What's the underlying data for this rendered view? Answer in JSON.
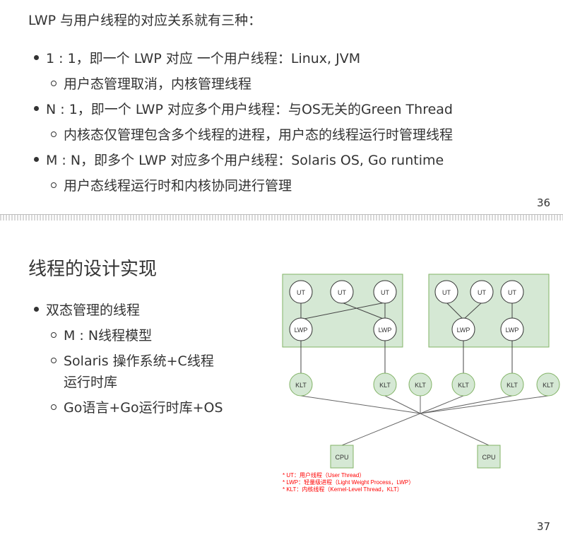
{
  "slide36": {
    "intro": "LWP 与用户线程的对应关系就有三种：",
    "bullets": [
      {
        "text": "1 : 1，即一个 LWP 对应 一个用户线程：Linux, JVM",
        "sub": "用户态管理取消，内核管理线程"
      },
      {
        "text": "N : 1，即一个 LWP 对应多个用户线程：与OS无关的Green Thread",
        "sub": "内核态仅管理包含多个线程的进程，用户态的线程运行时管理线程"
      },
      {
        "text": "M : N，即多个 LWP 对应多个用户线程：Solaris OS, Go runtime",
        "sub": "用户态线程运行时和内核协同进行管理"
      }
    ],
    "page_number": "36"
  },
  "slide37": {
    "title": "线程的设计实现",
    "bullet": "双态管理的线程",
    "subs": [
      "M : N线程模型",
      "Solaris 操作系统+C线程",
      "运行时库",
      "Go语言+Go运行时库+OS"
    ],
    "page_number": "37",
    "diagram": {
      "ut_label": "UT",
      "lwp_label": "LWP",
      "klt_label": "KLT",
      "cpu_label": "CPU",
      "legend": [
        "* UT：用户线程（User Thread）",
        "* LWP：轻量级进程（Light Weight Process，LWP）",
        "* KLT：内核线程（Kernel-Level Thread，KLT）"
      ]
    }
  },
  "colors": {
    "text": "#333333",
    "group_fill": "#d5e8d4",
    "group_stroke": "#82b366",
    "legend_red": "#ff0000"
  }
}
